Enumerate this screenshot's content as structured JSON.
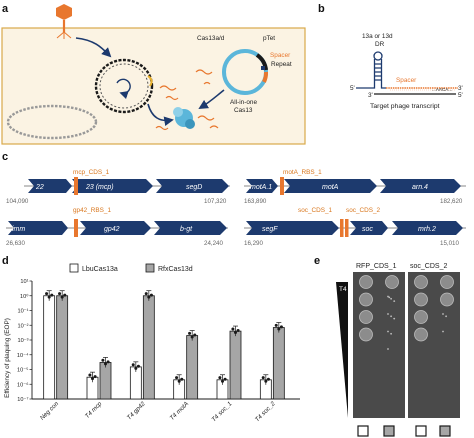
{
  "panels": {
    "a": "a",
    "b": "b",
    "c": "c",
    "d": "d",
    "e": "e"
  },
  "panel_a": {
    "cas_label": "Cas13a/d",
    "ptet_label": "pTet",
    "spacer_label": "Spacer",
    "repeat_label": "Repeat",
    "plasmid_label_line1": "All-in-one",
    "plasmid_label_line2": "Cas13",
    "colors": {
      "border": "#d9a94a",
      "bg": "#fbf3e3",
      "cas": "#5bb6da",
      "phage": "#e8772e"
    },
    "icons": [
      "phage-icon",
      "genome-circle-icon",
      "plasmid-icon",
      "cas13-protein-icon"
    ]
  },
  "panel_b": {
    "dr_label_line1": "13a or 13d",
    "dr_label_line2": "DR",
    "spacer_label": "Spacer",
    "five_prime": "5'",
    "three_prime": "3'",
    "target_left": "3'",
    "target_right": "5'",
    "target_seq_text": "...AACA...",
    "transcript_label": "Target phage transcript"
  },
  "panel_c": {
    "loci": [
      {
        "site": "mcp_CDS_1",
        "genes": [
          "22",
          "23 (mcp)",
          "segD"
        ],
        "coord_left": "104,090",
        "coord_right": "107,320"
      },
      {
        "site": "motA_RBS_1",
        "genes": [
          "motA.1",
          "motA",
          "arn.4"
        ],
        "coord_left": "163,890",
        "coord_right": "182,620"
      },
      {
        "site": "gp42_RBS_1",
        "genes": [
          "imm",
          "gp42",
          "b-gt"
        ],
        "coord_left": "26,630",
        "coord_right": "24,240"
      },
      {
        "site": "soc_CDS_1",
        "site2": "soc_CDS_2",
        "genes": [
          "segF",
          "soc",
          "mrh.2"
        ],
        "coord_left": "16,290",
        "coord_right": "15,010"
      }
    ],
    "colors": {
      "gene": "#1d3a6e",
      "site": "#e8772e"
    }
  },
  "chart_data": {
    "type": "bar",
    "ylabel": "Efficiency of plaquing (EOP)",
    "yscale": "log",
    "ylim": [
      1e-07,
      10
    ],
    "ytick_labels": [
      "10¹",
      "10⁰",
      "10⁻¹",
      "10⁻²",
      "10⁻³",
      "10⁻⁴",
      "10⁻⁵",
      "10⁻⁶",
      "10⁻⁷"
    ],
    "categories": [
      "Neg con",
      "T4 mcp",
      "T4 gp42",
      "T4 motA",
      "T4 soc_1",
      "T4 soc_2"
    ],
    "series": [
      {
        "name": "LbuCas13a",
        "color": "#ffffff",
        "values": [
          1,
          3e-06,
          1.5e-05,
          2e-06,
          2e-06,
          2e-06
        ]
      },
      {
        "name": "RfxCas13d",
        "color": "#a6a6a6",
        "values": [
          1,
          3e-05,
          1,
          0.002,
          0.004,
          0.007
        ]
      }
    ],
    "legend": "top"
  },
  "panel_e": {
    "t4_label": "T4",
    "col1_label": "RFP_CDS_1",
    "col2_label": "soc_CDS_2"
  }
}
